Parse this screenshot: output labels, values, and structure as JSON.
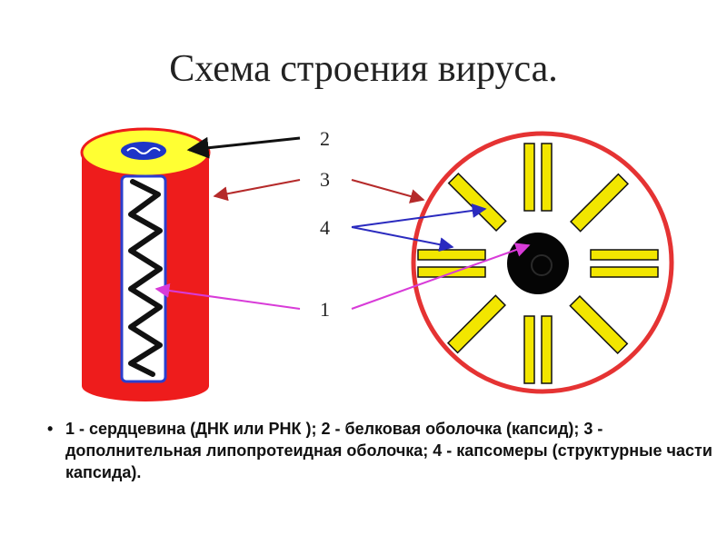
{
  "title": "Схема строения вируса.",
  "labels": {
    "n1": "1",
    "n2": "2",
    "n3": "3",
    "n4": "4"
  },
  "caption": "1 - сердцевина (ДНК или РНК ); 2 - белковая оболочка (капсид); 3 - дополнительная липопротеидная оболочка; 4 - капсомеры (структурные части капсида).",
  "colors": {
    "envelope_red": "#ee1c1c",
    "capsid_yellow": "#ffff33",
    "capsomer_yellow": "#f2e600",
    "dna_blue": "#1d35c8",
    "core_black": "#050505",
    "arrow_black": "#111111",
    "arrow_red": "#b52a2a",
    "arrow_blue": "#2b2bbf",
    "arrow_pink": "#d83bd8"
  }
}
